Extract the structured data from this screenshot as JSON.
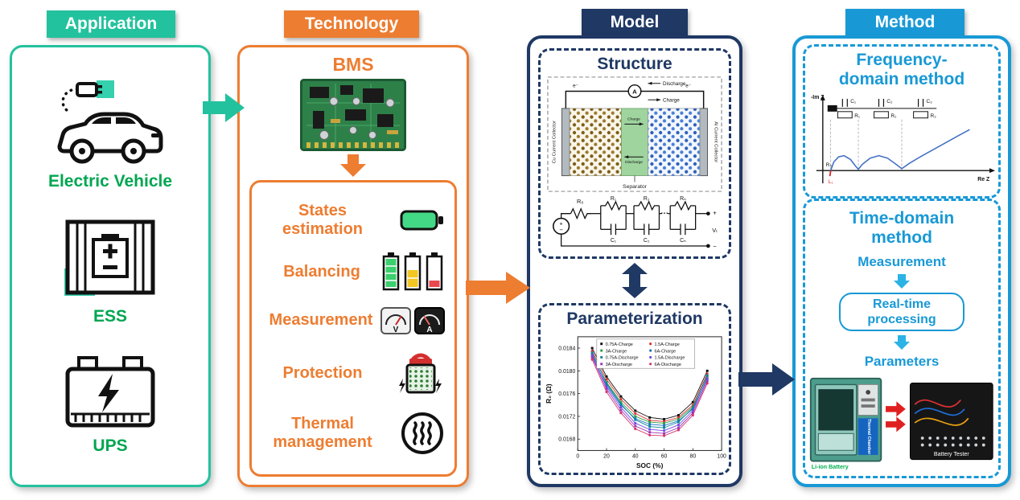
{
  "app": {
    "header": "Application",
    "items": [
      {
        "label": "Electric Vehicle"
      },
      {
        "label": "ESS"
      },
      {
        "label": "UPS"
      }
    ]
  },
  "tech": {
    "header": "Technology",
    "bms": "BMS",
    "functions": [
      {
        "label": "States estimation"
      },
      {
        "label": "Balancing"
      },
      {
        "label": "Measurement"
      },
      {
        "label": "Protection"
      },
      {
        "label": "Thermal management"
      }
    ],
    "meters": {
      "volt": "V",
      "amp": "A"
    }
  },
  "model": {
    "header": "Model",
    "structure": {
      "title": "Structure",
      "labels": {
        "discharge": "Discharge",
        "charge": "Charge",
        "electron": "e⁻",
        "ammeter": "A",
        "cu": "Cu Current Collector",
        "al": "Al Current Collector",
        "separator": "Separator",
        "mid_charge": "Charge",
        "mid_discharge": "Discharge"
      },
      "circuit": {
        "r0": "R₀",
        "pairs": [
          {
            "r": "R₁",
            "c": "C₁"
          },
          {
            "r": "R₂",
            "c": "C₂"
          },
          {
            "r": "Rₙ",
            "c": "Cₙ"
          }
        ],
        "dots": "···",
        "plus": "+",
        "minus": "−",
        "vt": "Vₜ"
      }
    },
    "param": {
      "title": "Parameterization"
    }
  },
  "method": {
    "header": "Method",
    "freq": {
      "title": "Frequency-domain method"
    },
    "time": {
      "title": "Time-domain method",
      "measurement": "Measurement",
      "processing": "Real-time processing",
      "parameters": "Parameters",
      "equipment": {
        "thermal_chamber": "Thermal Chamber",
        "li_ion": "Li-ion Battery",
        "tester": "Battery Tester"
      }
    }
  },
  "chart_data": [
    {
      "id": "parameterization",
      "type": "line",
      "title": "",
      "xlabel": "SOC (%)",
      "ylabel": "R₀ (Ω)",
      "xlim": [
        0,
        100
      ],
      "ylim": [
        0.0166,
        0.0186
      ],
      "xticks": [
        0,
        20,
        40,
        60,
        80,
        100
      ],
      "yticks": [
        0.0168,
        0.0172,
        0.0176,
        0.018,
        0.0184
      ],
      "x": [
        10,
        20,
        30,
        40,
        50,
        60,
        70,
        80,
        90
      ],
      "grid": false,
      "legend_position": "top-inside",
      "series": [
        {
          "name": "0.75A-Charge",
          "color": "#111111",
          "values": [
            0.0184,
            0.0179,
            0.01755,
            0.0173,
            0.01718,
            0.01715,
            0.01722,
            0.01745,
            0.018
          ]
        },
        {
          "name": "1.5A-Charge",
          "color": "#e03131",
          "values": [
            0.01835,
            0.01785,
            0.0175,
            0.01725,
            0.01713,
            0.01711,
            0.01718,
            0.0174,
            0.01795
          ]
        },
        {
          "name": "3A-Charge",
          "color": "#2f9e44",
          "values": [
            0.0183,
            0.0178,
            0.01745,
            0.0172,
            0.0171,
            0.01708,
            0.01715,
            0.01737,
            0.0179
          ]
        },
        {
          "name": "6A-Charge",
          "color": "#1971c2",
          "values": [
            0.01825,
            0.01775,
            0.0174,
            0.01716,
            0.01706,
            0.01704,
            0.01712,
            0.01733,
            0.01785
          ]
        },
        {
          "name": "0.75A-Discharge",
          "color": "#0c8599",
          "values": [
            0.01832,
            0.01778,
            0.01742,
            0.01714,
            0.01702,
            0.017,
            0.0171,
            0.01735,
            0.01792
          ]
        },
        {
          "name": "1.5A-Discharge",
          "color": "#7048e8",
          "values": [
            0.01828,
            0.01772,
            0.01736,
            0.01708,
            0.01697,
            0.01695,
            0.01705,
            0.0173,
            0.01787
          ]
        },
        {
          "name": "3A-Discharge",
          "color": "#9c36b5",
          "values": [
            0.01824,
            0.01768,
            0.01731,
            0.01703,
            0.01692,
            0.0169,
            0.017,
            0.01726,
            0.01782
          ]
        },
        {
          "name": "6A-Discharge",
          "color": "#d6336c",
          "values": [
            0.0182,
            0.01763,
            0.01726,
            0.01698,
            0.01687,
            0.01686,
            0.01696,
            0.01722,
            0.01778
          ]
        }
      ]
    },
    {
      "id": "nyquist",
      "type": "line",
      "xlabel": "Re Z",
      "ylabel": "-Im Z",
      "curve_color": "#4472c4",
      "inductive_color": "#e02020",
      "inductor_label": "L₁",
      "r0_label": "R₀",
      "rc_labels": [
        {
          "c": "C₁",
          "r": "R₁"
        },
        {
          "c": "C₂",
          "r": "R₂"
        },
        {
          "c": "C₃",
          "r": "R₃"
        }
      ],
      "rc_x_norm": [
        0.14,
        0.37,
        0.62
      ],
      "dropline_x_norm": [
        0.05,
        0.225,
        0.5
      ],
      "curve_norm": [
        [
          0.045,
          -0.09
        ],
        [
          0.05,
          0.0
        ],
        [
          0.07,
          0.14
        ],
        [
          0.1,
          0.22
        ],
        [
          0.135,
          0.24
        ],
        [
          0.175,
          0.18
        ],
        [
          0.205,
          0.08
        ],
        [
          0.225,
          0.02
        ],
        [
          0.25,
          0.1
        ],
        [
          0.3,
          0.2
        ],
        [
          0.355,
          0.24
        ],
        [
          0.41,
          0.2
        ],
        [
          0.465,
          0.1
        ],
        [
          0.5,
          0.03
        ],
        [
          0.55,
          0.12
        ],
        [
          0.63,
          0.24
        ],
        [
          0.73,
          0.38
        ],
        [
          0.85,
          0.55
        ],
        [
          0.93,
          0.66
        ]
      ]
    }
  ]
}
